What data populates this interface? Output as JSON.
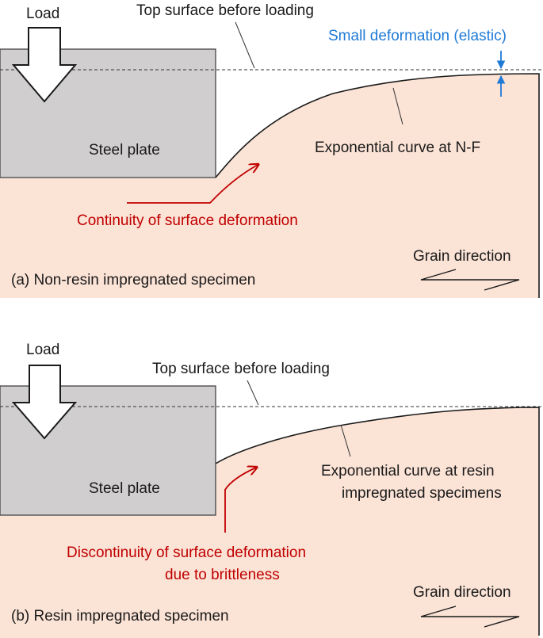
{
  "panel_a": {
    "caption": "(a) Non-resin impregnated specimen",
    "load_label": "Load",
    "top_surface_label": "Top surface before loading",
    "small_deformation_label": "Small deformation (elastic)",
    "steel_plate_label": "Steel plate",
    "curve_label": "Exponential curve at N-F",
    "continuity_label": "Continuity of surface deformation",
    "grain_label": "Grain direction"
  },
  "panel_b": {
    "caption": "(b) Resin impregnated specimen",
    "load_label": "Load",
    "top_surface_label": "Top surface before loading",
    "steel_plate_label": "Steel plate",
    "curve_label_line1": "Exponential curve at resin",
    "curve_label_line2": "impregnated specimens",
    "discontinuity_label_line1": "Discontinuity of surface deformation",
    "discontinuity_label_line2": "due to brittleness",
    "grain_label": "Grain direction"
  },
  "colors": {
    "specimen_fill": "#fbe3d6",
    "steel_fill": "#d0cece",
    "red_annotation": "#c00000",
    "blue_annotation": "#1f7ad6"
  }
}
